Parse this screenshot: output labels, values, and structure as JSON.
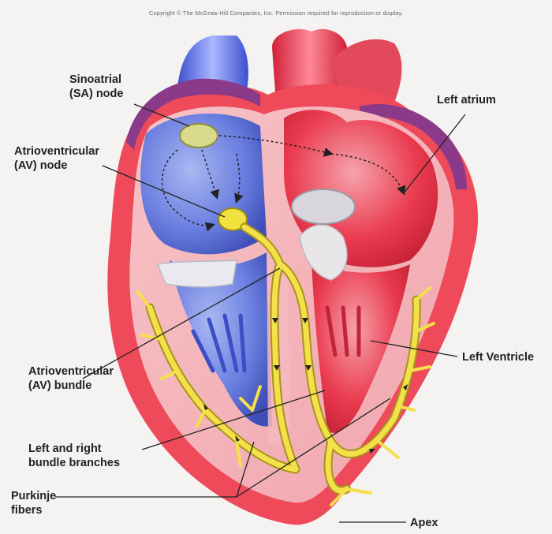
{
  "copyright": "Copyright © The McGraw-Hill Companies, Inc. Permission required for reproduction or display.",
  "labels": {
    "sa_node": "Sinoatrial\n(SA) node",
    "av_node": "Atrioventricular\n(AV) node",
    "left_atrium": "Left atrium",
    "av_bundle": "Atrioventricular\n(AV) bundle",
    "bundle_branches": "Left and right\nbundle branches",
    "purkinje": "Purkinje\nfibers",
    "left_ventricle": "Left Ventricle",
    "apex": "Apex"
  },
  "colors": {
    "background": "#f4f3f1",
    "myocardium": "#ee4a5a",
    "wall_inner": "#f4b3b8",
    "right_chambers": "#6b7fe0",
    "left_chambers": "#ea3b4f",
    "aorta_purple": "#8a3a88",
    "conduction": "#f3e04a",
    "conduction_edge": "#a8941a",
    "sa_node": "#d7d98a",
    "leader_line": "#222222"
  }
}
